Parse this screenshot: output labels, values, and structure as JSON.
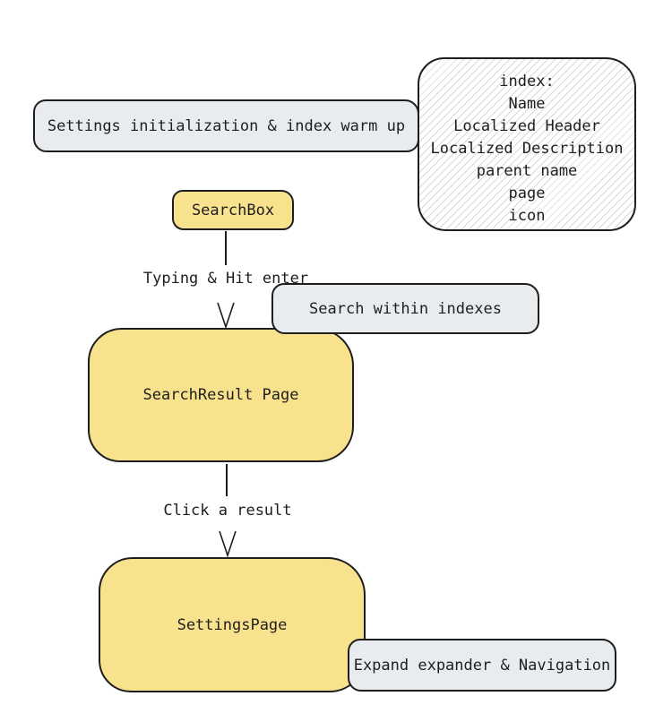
{
  "diagram": {
    "settings_init": {
      "label": "Settings initialization & index warm up"
    },
    "index_note": {
      "lines": [
        "index:",
        "Name",
        "Localized Header",
        "Localized Description",
        "parent name",
        "page",
        "icon"
      ]
    },
    "search_box": {
      "label": "SearchBox"
    },
    "arrow_typing": {
      "label": "Typing & Hit enter"
    },
    "search_within": {
      "label": "Search within indexes"
    },
    "search_result": {
      "label": "SearchResult Page"
    },
    "arrow_click": {
      "label": "Click a result"
    },
    "settings_page": {
      "label": "SettingsPage"
    },
    "expand_nav": {
      "label": "Expand expander & Navigation"
    },
    "colors": {
      "node_yellow": "#f9e28d",
      "annotation_gray": "#e9ecef",
      "stroke": "#1e1e1e",
      "hatch_line": "#d9d9d9"
    }
  }
}
